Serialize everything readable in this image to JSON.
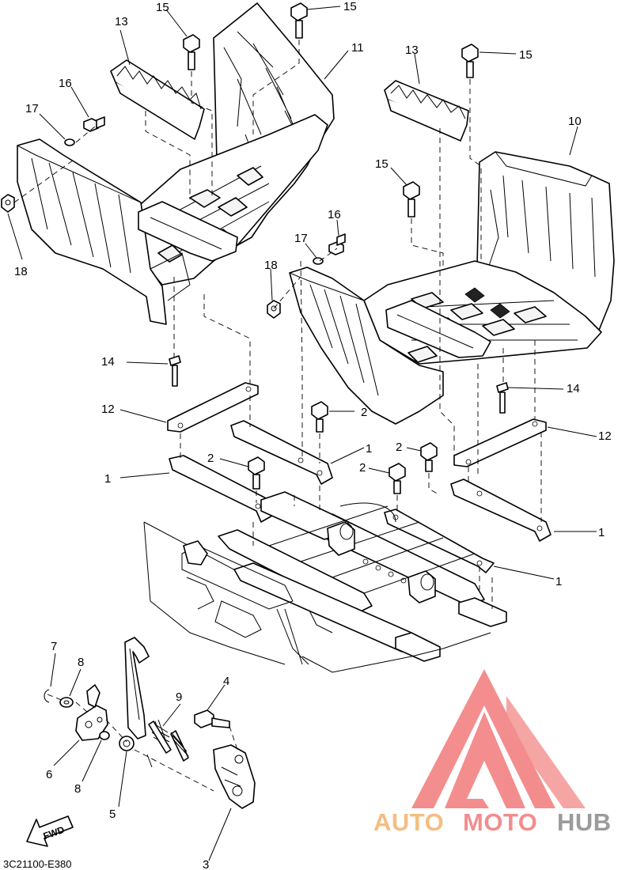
{
  "diagram_code": "3C21100-E380",
  "callouts": {
    "c1a": "1",
    "c1b": "1",
    "c1c": "1",
    "c1d": "1",
    "c2a": "2",
    "c2b": "2",
    "c2c": "2",
    "c2d": "2",
    "c3": "3",
    "c4": "4",
    "c5": "5",
    "c6": "6",
    "c7": "7",
    "c8a": "8",
    "c8b": "8",
    "c9": "9",
    "c10": "10",
    "c11": "11",
    "c12a": "12",
    "c12b": "12",
    "c13a": "13",
    "c13b": "13",
    "c14a": "14",
    "c14b": "14",
    "c15a": "15",
    "c15b": "15",
    "c15c": "15",
    "c15d": "15",
    "c16a": "16",
    "c16b": "16",
    "c17a": "17",
    "c17b": "17",
    "c18a": "18",
    "c18b": "18"
  },
  "fwd_label": "FWD",
  "watermark": {
    "part1": "AUTO",
    "part2": "MOTO",
    "part3": "HUB",
    "color_orange": "#f5b26b",
    "color_red": "#f27a7a",
    "color_gray": "#8a8a8a"
  }
}
